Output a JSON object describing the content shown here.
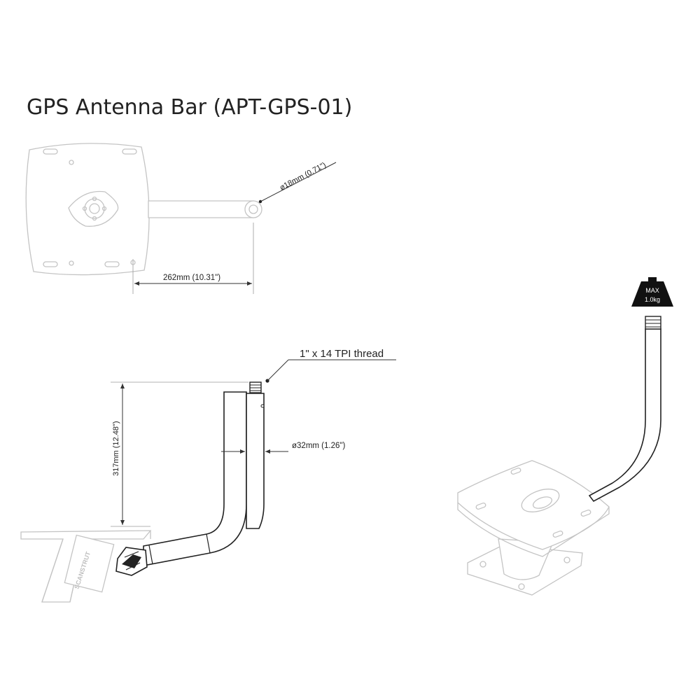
{
  "title": "GPS Antenna Bar  (APT-GPS-01)",
  "dimensions": {
    "tube_diameter_top": "ø18mm (0.71\")",
    "bar_length": "262mm (10.31\")",
    "thread": "1\" x 14 TPI thread",
    "tube_diameter": "ø32mm (1.26\")",
    "height": "317mm (12.48\")"
  },
  "weight_badge": {
    "line1": "MAX",
    "line2": "1.0kg"
  },
  "brand": "SCANSTRUT",
  "colors": {
    "line": "#222222",
    "ghost": "#c4c4c4",
    "badge": "#111111"
  }
}
